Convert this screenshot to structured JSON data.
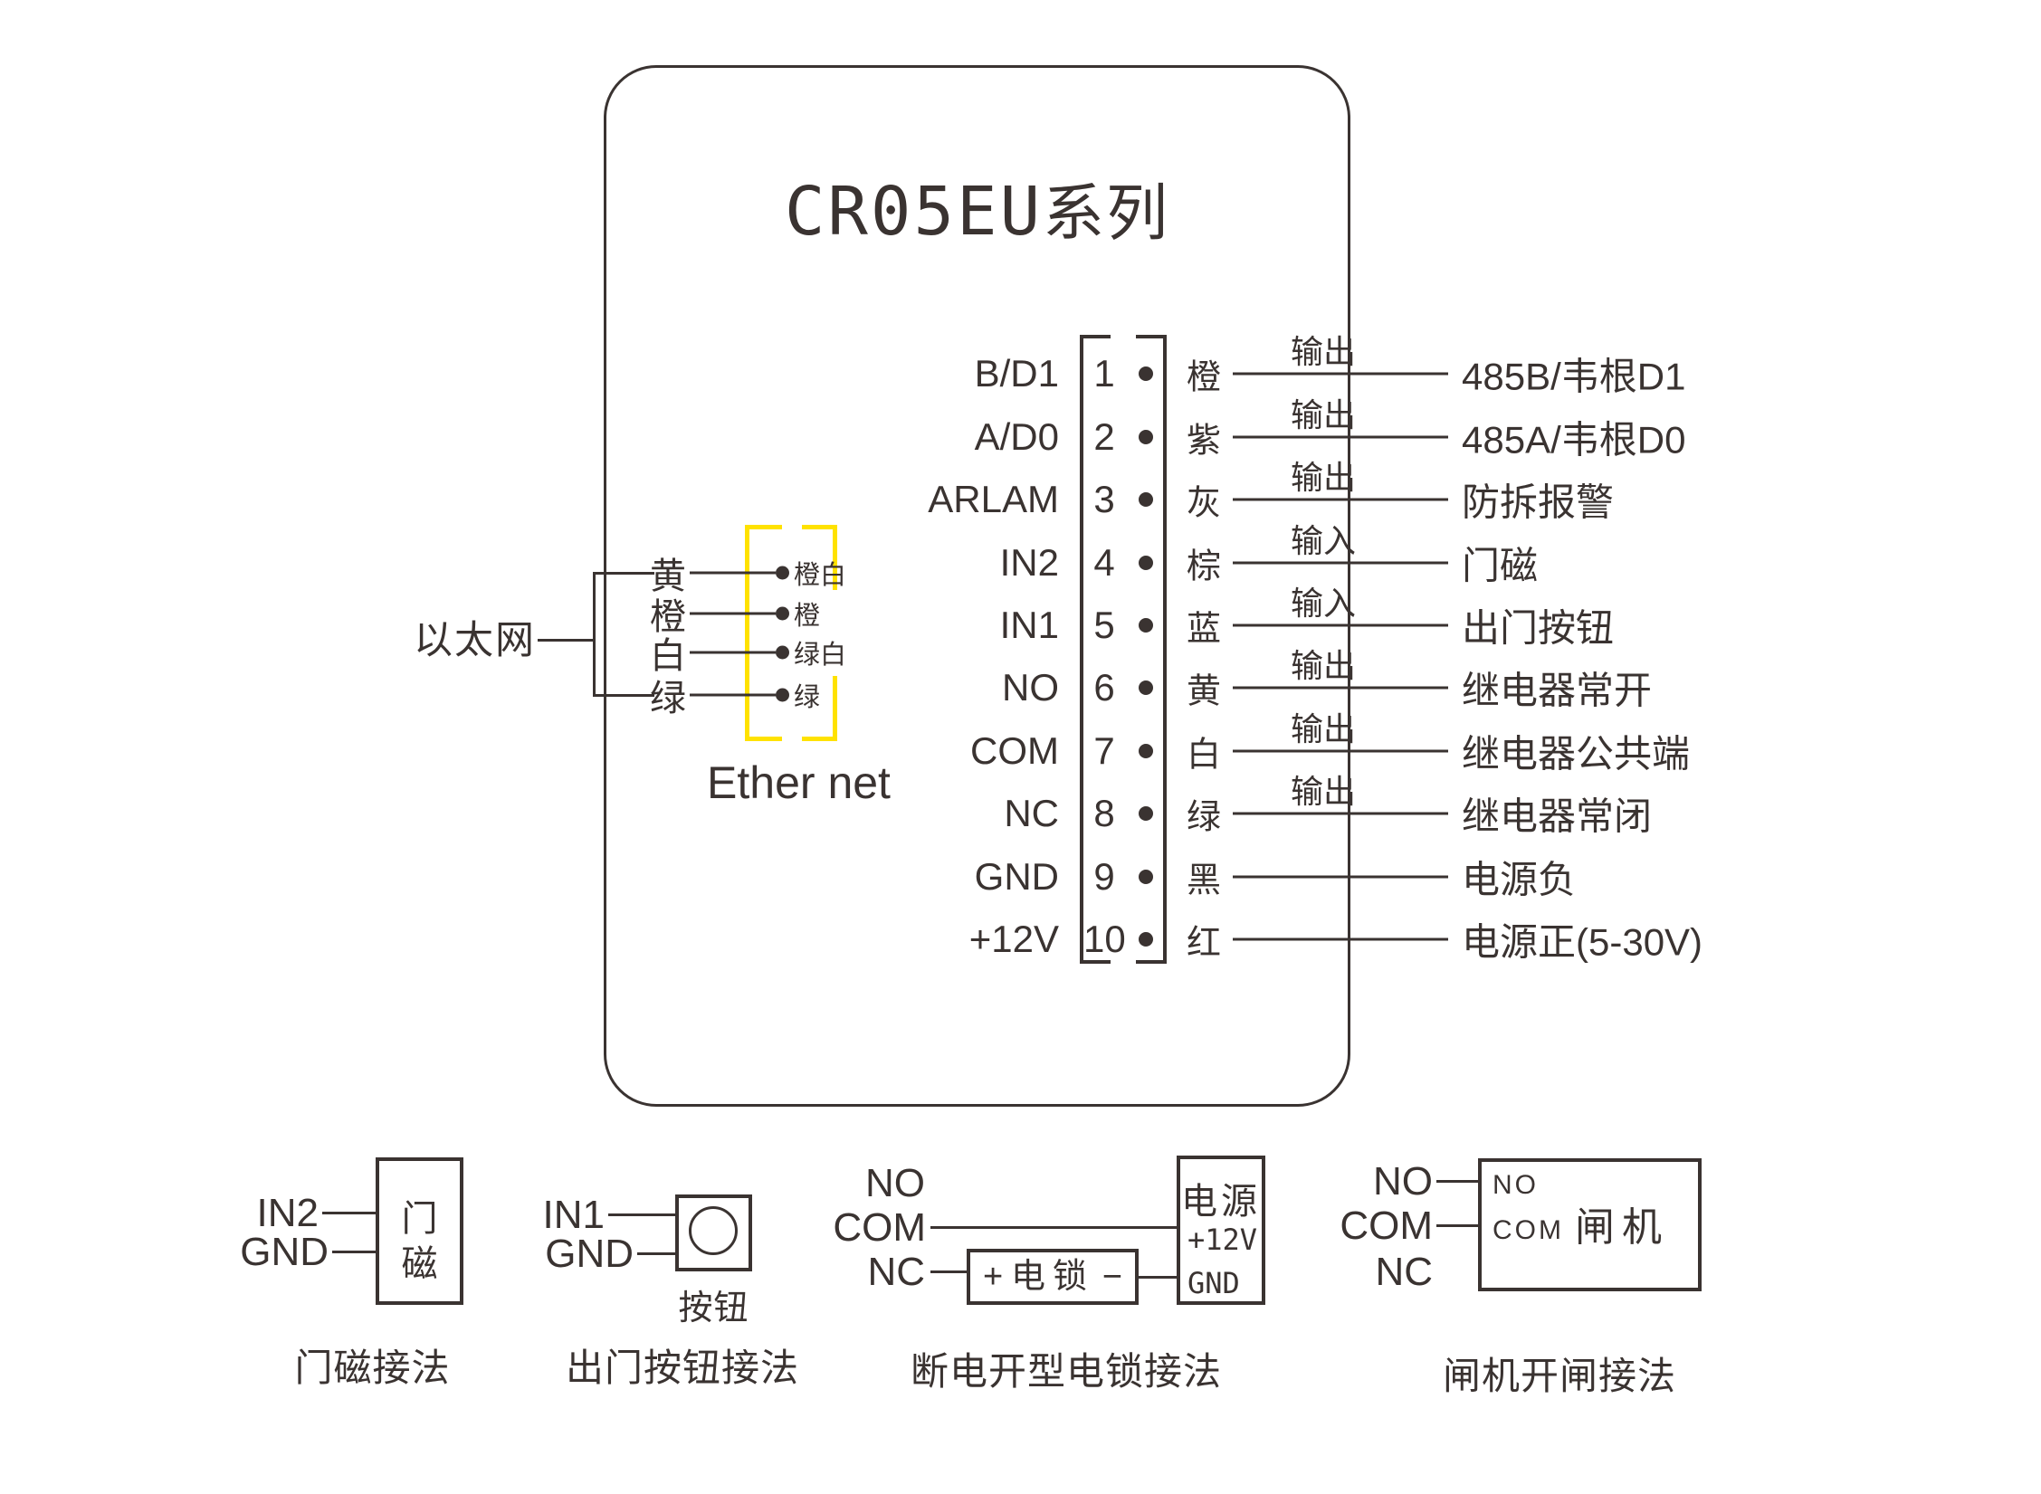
{
  "title": {
    "latin": "CR05EU",
    "cjk": "系列"
  },
  "colors": {
    "ink": "#3a3331",
    "highlight": "#ffe200"
  },
  "terminal": {
    "pins": [
      {
        "signal": "B/D1",
        "number": "1",
        "wire_color": "橙",
        "direction": "输出",
        "description": "485B/韦根D1"
      },
      {
        "signal": "A/D0",
        "number": "2",
        "wire_color": "紫",
        "direction": "输出",
        "description": "485A/韦根D0"
      },
      {
        "signal": "ARLAM",
        "number": "3",
        "wire_color": "灰",
        "direction": "输出",
        "description": "防拆报警"
      },
      {
        "signal": "IN2",
        "number": "4",
        "wire_color": "棕",
        "direction": "输入",
        "description": "门磁"
      },
      {
        "signal": "IN1",
        "number": "5",
        "wire_color": "蓝",
        "direction": "输入",
        "description": "出门按钮"
      },
      {
        "signal": "NO",
        "number": "6",
        "wire_color": "黄",
        "direction": "输出",
        "description": "继电器常开"
      },
      {
        "signal": "COM",
        "number": "7",
        "wire_color": "白",
        "direction": "输出",
        "description": "继电器公共端"
      },
      {
        "signal": "NC",
        "number": "8",
        "wire_color": "绿",
        "direction": "输出",
        "description": "继电器常闭"
      },
      {
        "signal": "GND",
        "number": "9",
        "wire_color": "黑",
        "direction": "",
        "description": "电源负"
      },
      {
        "signal": "+12V",
        "number": "10",
        "wire_color": "红",
        "direction": "",
        "description": "电源正(5-30V)"
      }
    ]
  },
  "ethernet": {
    "group_label": "以太网",
    "caption": "Ether net",
    "wires": [
      {
        "label": "黄",
        "pin": "橙白"
      },
      {
        "label": "橙",
        "pin": "橙"
      },
      {
        "label": "白",
        "pin": "绿白"
      },
      {
        "label": "绿",
        "pin": "绿"
      }
    ]
  },
  "sub_diagrams": {
    "door_sensor": {
      "inputs": [
        "IN2",
        "GND"
      ],
      "box_line1": "门",
      "box_line2": "磁",
      "caption": "门磁接法"
    },
    "exit_button": {
      "inputs": [
        "IN1",
        "GND"
      ],
      "box_label": "按钮",
      "caption": "出门按钮接法"
    },
    "lock": {
      "terminals": [
        "NO",
        "COM",
        "NC"
      ],
      "lock_plus": "+",
      "lock_label": "电锁",
      "lock_minus": "−",
      "power_title": "电源",
      "power_pos": "+12V",
      "power_neg": "GND",
      "caption": "断电开型电锁接法"
    },
    "gate": {
      "terminals": [
        "NO",
        "COM",
        "NC"
      ],
      "port_no": "NO",
      "port_com": "COM",
      "box_label": "闸机",
      "caption": "闸机开闸接法"
    }
  }
}
